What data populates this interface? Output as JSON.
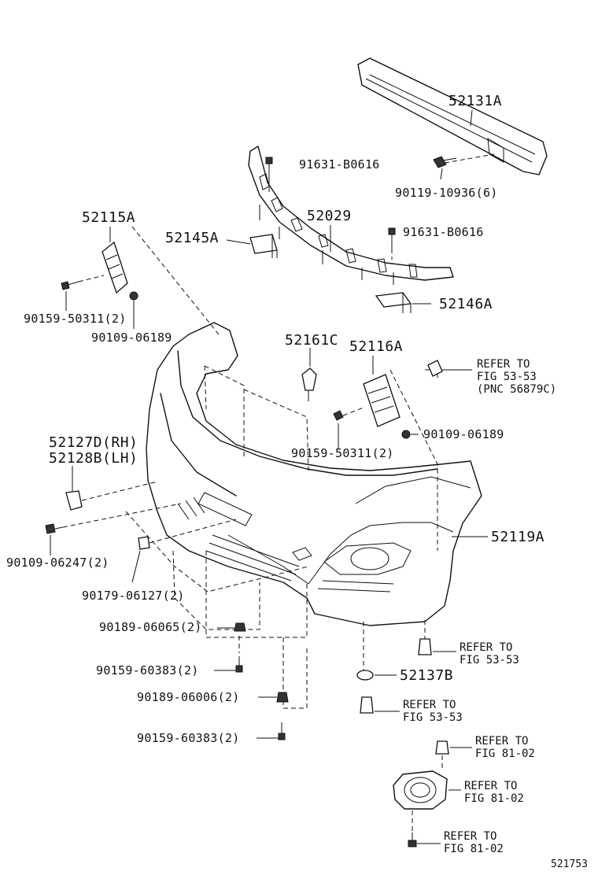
{
  "labels": {
    "p52131A": "52131A",
    "p91631_top": "91631-B0616",
    "p90119": "90119-10936(6)",
    "p52029": "52029",
    "p52145A": "52145A",
    "p91631_mid": "91631-B0616",
    "p52115A": "52115A",
    "p52146A": "52146A",
    "p90159_left": "90159-50311(2)",
    "p90109_left": "90109-06189",
    "p52161C": "52161C",
    "p52116A": "52116A",
    "ref_top_1": "REFER TO",
    "ref_top_2": "FIG 53-53",
    "ref_top_3": "(PNC 56879C)",
    "p90109_right": "90109-06189",
    "p90159_center": "90159-50311(2)",
    "p52127D": "52127D(RH)",
    "p52128B": "52128B(LH)",
    "p52119A": "52119A",
    "p90109_06247": "90109-06247(2)",
    "p90179": "90179-06127(2)",
    "p90189_06065": "90189-06065(2)",
    "ref_b1_1": "REFER TO",
    "ref_b1_2": "FIG 53-53",
    "p90159_60383_a": "90159-60383(2)",
    "p52137B": "52137B",
    "p90189_06006": "90189-06006(2)",
    "ref_b2_1": "REFER TO",
    "ref_b2_2": "FIG 53-53",
    "p90159_60383_b": "90159-60383(2)",
    "ref_b3_1": "REFER TO",
    "ref_b3_2": "FIG 81-02",
    "ref_b4_1": "REFER TO",
    "ref_b4_2": "FIG 81-02",
    "ref_b5_1": "REFER TO",
    "ref_b5_2": "FIG 81-02",
    "figure_number": "521753"
  }
}
